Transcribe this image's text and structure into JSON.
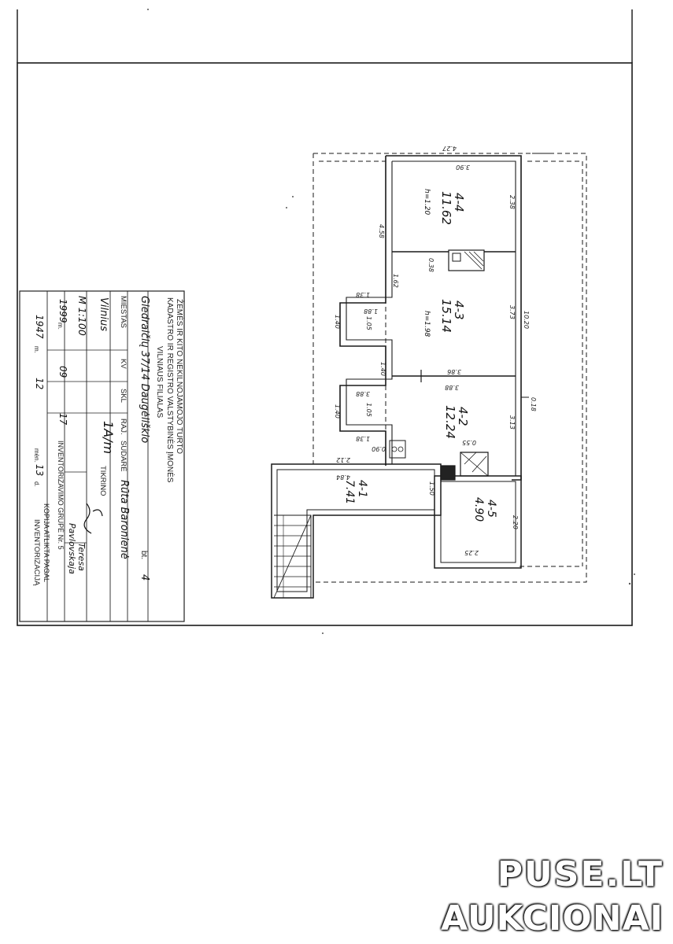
{
  "stamp": {
    "header_line1": "ŽEMĖS IR KITO NEKILNOJAMOJO TURTO",
    "header_line2": "KADASTRO IR REGISTRO VALSTYBINĖS ĮMONĖS",
    "header_line3": "VILNIAUS FILIALAS",
    "address": "Giedraičių 37/14 Daugėliškio",
    "apartment_label": "bt.",
    "apartment_number": "4",
    "col_miestas": "MIESTAS",
    "col_kv": "KV",
    "col_skl": "SKL",
    "col_rajonas": "RAJ.",
    "city": "Vilnius",
    "sheet_code": "1A/m",
    "label_sudare": "SUDARĖ",
    "composer": "Rūta Baronienė",
    "label_tikrino": "TIKRINO",
    "checker_name_1": "Teresa",
    "checker_name_2": "Pavlovskaja",
    "scale": "M 1:100",
    "date_year": "1999",
    "date_month": "09",
    "date_day": "17",
    "inventory_group": "INVENTORIZAVIMO GRUPĖ Nr. 5",
    "copy_text": "KOPIJA ATLIKTA PAGAL",
    "inventory_label": "INVENTORIZACIJĄ",
    "inv_year": "1947",
    "inv_month": "12",
    "inv_day": "13",
    "suffix_m": "m.",
    "suffix_men": "mėn.",
    "suffix_d": "d."
  },
  "rooms": [
    {
      "id": "4-4",
      "area": "11.62",
      "height": "h=1.20"
    },
    {
      "id": "4-3",
      "area": "15.14",
      "height": "h=1.98"
    },
    {
      "id": "4-2",
      "area": "12.24"
    },
    {
      "id": "4-1",
      "area": "7.41"
    },
    {
      "id": "4-5",
      "area": "4.90"
    }
  ],
  "dimensions": {
    "d_427": "4.27",
    "d_390": "3.90",
    "d_238": "2.38",
    "d_458": "4.58",
    "d_373": "3.73",
    "d_1020": "10.20",
    "d_313": "3.13",
    "d_388a": "3.88",
    "d_388b": "3.88",
    "d_386": "3.86",
    "d_188": "1.88",
    "d_138a": "1.38",
    "d_105a": "1.05",
    "d_140a": "1.40",
    "d_162": "1.62",
    "d_140b": "1.40",
    "d_138b": "1.38",
    "d_105b": "1.05",
    "d_140c": "1.40",
    "d_090": "0.90",
    "d_212": "2.12",
    "d_484": "4.84",
    "d_220": "2.20",
    "d_225": "2.25",
    "d_038": "0.38",
    "d_055": "0.55",
    "d_150": "1.50",
    "d_018": "0.18"
  },
  "watermark": {
    "line1": "PUSE.LT",
    "line2": "AUKCIONAI"
  }
}
